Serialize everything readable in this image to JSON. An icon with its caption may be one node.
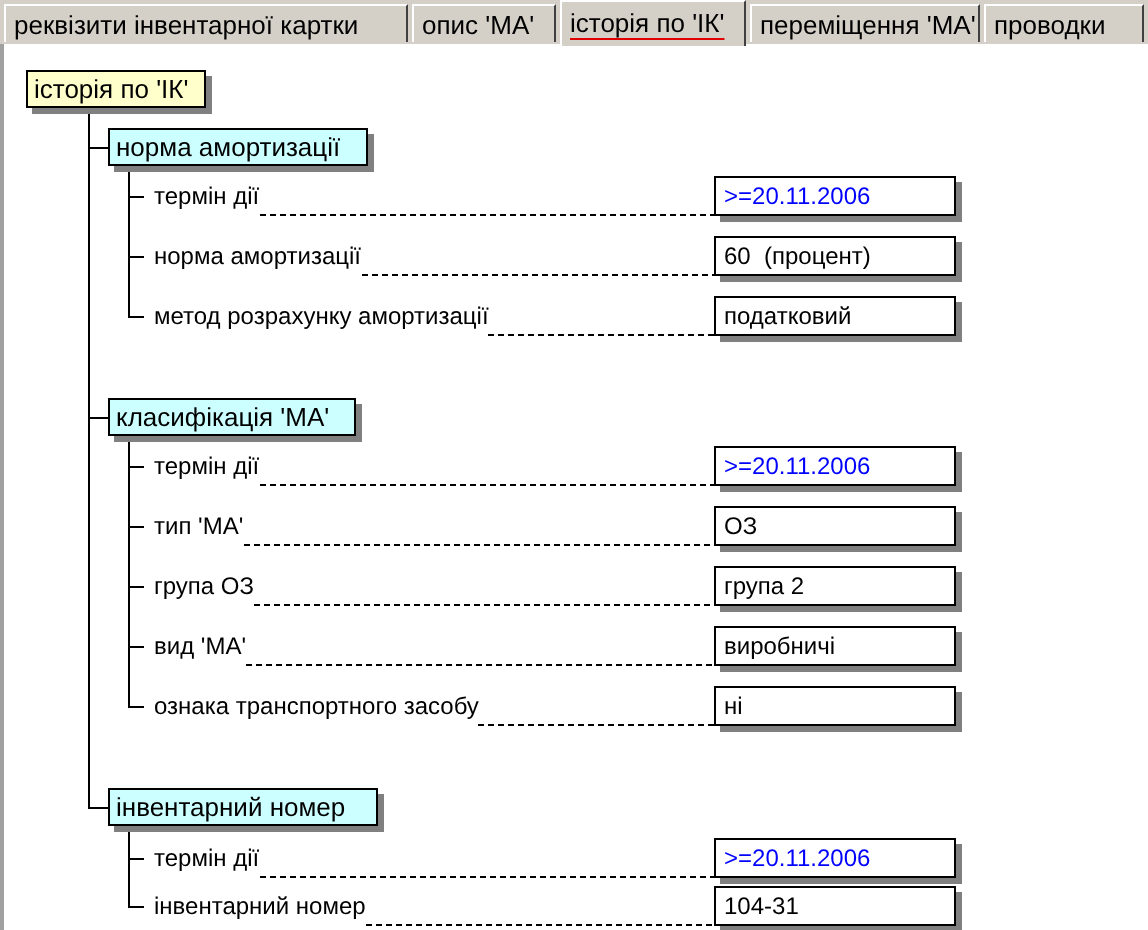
{
  "diagram": {
    "nodes": [
      {
        "text": [
          "історія по 'ІК'"
        ]
      },
      {
        "text": [
          "норма амортизації"
        ]
      },
      {
        "text": [
          "термін дії"
        ]
      },
      {
        "text": [
          ">=20.11.2006"
        ]
      },
      {
        "text": [
          "норма амортизації"
        ]
      },
      {
        "text": [
          "60  (процент)"
        ]
      },
      {
        "text": [
          "метод розрахунку амортизації"
        ]
      },
      {
        "text": [
          "податковий"
        ]
      },
      {
        "text": [
          "класифікація 'МА'"
        ]
      },
      {
        "text": [
          "термін дії"
        ]
      },
      {
        "text": [
          ">=20.11.2006"
        ]
      },
      {
        "text": [
          "тип 'МА'"
        ]
      },
      {
        "text": [
          "ОЗ"
        ]
      },
      {
        "text": [
          "група ОЗ"
        ]
      },
      {
        "text": [
          "група 2"
        ]
      },
      {
        "text": [
          "вид 'МА'"
        ]
      },
      {
        "text": [
          "виробничі"
        ]
      },
      {
        "text": [
          "ознака транспортного засобу"
        ]
      },
      {
        "text": [
          "ні"
        ]
      },
      {
        "text": [
          "інвентарний номер"
        ]
      },
      {
        "text": [
          "термін дії"
        ]
      },
      {
        "text": [
          ">=20.11.2006"
        ]
      },
      {
        "text": [
          "інвентарний номер"
        ]
      },
      {
        "text": [
          "104-31"
        ]
      }
    ],
    "edges": [
      {
        "from": 0,
        "to": 1,
        "arrow": "none"
      },
      {
        "from": 0,
        "to": 8,
        "arrow": "none"
      },
      {
        "from": 0,
        "to": 19,
        "arrow": "none"
      },
      {
        "from": 1,
        "to": 2,
        "arrow": "none"
      },
      {
        "from": 1,
        "to": 4,
        "arrow": "none"
      },
      {
        "from": 1,
        "to": 6,
        "arrow": "none"
      },
      {
        "from": 2,
        "to": 3,
        "arrow": "none",
        "style": "dashed"
      },
      {
        "from": 4,
        "to": 5,
        "arrow": "none",
        "style": "dashed"
      },
      {
        "from": 6,
        "to": 7,
        "arrow": "none",
        "style": "dashed"
      },
      {
        "from": 8,
        "to": 9,
        "arrow": "none"
      },
      {
        "from": 8,
        "to": 11,
        "arrow": "none"
      },
      {
        "from": 8,
        "to": 13,
        "arrow": "none"
      },
      {
        "from": 8,
        "to": 15,
        "arrow": "none"
      },
      {
        "from": 8,
        "to": 17,
        "arrow": "none"
      },
      {
        "from": 9,
        "to": 10,
        "arrow": "none",
        "style": "dashed"
      },
      {
        "from": 11,
        "to": 12,
        "arrow": "none",
        "style": "dashed"
      },
      {
        "from": 13,
        "to": 14,
        "arrow": "none",
        "style": "dashed"
      },
      {
        "from": 15,
        "to": 16,
        "arrow": "none",
        "style": "dashed"
      },
      {
        "from": 17,
        "to": 18,
        "arrow": "none",
        "style": "dashed"
      },
      {
        "from": 19,
        "to": 20,
        "arrow": "none"
      },
      {
        "from": 19,
        "to": 22,
        "arrow": "none"
      },
      {
        "from": 20,
        "to": 21,
        "arrow": "none",
        "style": "dashed"
      },
      {
        "from": 22,
        "to": 23,
        "arrow": "none",
        "style": "dashed"
      }
    ],
    "labels": [
      "реквізити інвентарної картки",
      "опис 'МА'",
      "історія по 'ІК'",
      "переміщення 'МА'",
      "проводки"
    ]
  }
}
